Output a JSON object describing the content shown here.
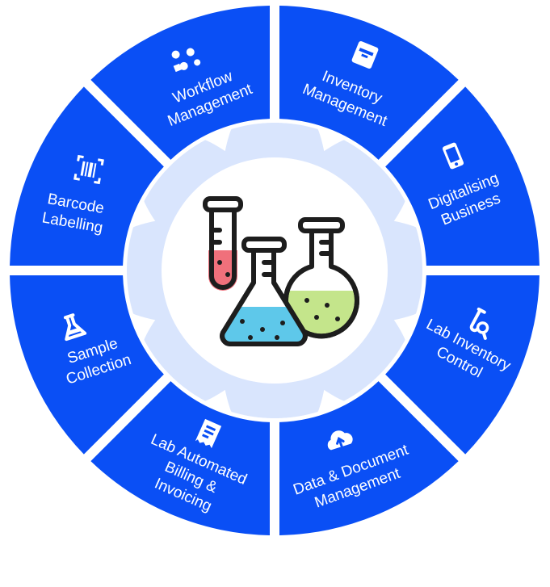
{
  "diagram": {
    "colors": {
      "segment": "#0a4ff5",
      "ring": "#d9e5fd",
      "center": "#ffffff",
      "flask_blue": "#5ec8ea",
      "flask_green": "#c4e58b",
      "tube_pink": "#f0707b",
      "outline": "#1d1d1d"
    },
    "center_icon": "lab-flasks-icon",
    "segments": [
      {
        "id": "workflow",
        "icon": "workflow-icon",
        "lines": [
          "Workflow",
          "Management"
        ]
      },
      {
        "id": "inventory",
        "icon": "inventory-box-icon",
        "lines": [
          "Inventory",
          "Management"
        ]
      },
      {
        "id": "digital",
        "icon": "mobile-phone-icon",
        "lines": [
          "Digitalising",
          "Business"
        ]
      },
      {
        "id": "labinv",
        "icon": "test-tube-search-icon",
        "lines": [
          "Lab Inventory",
          "Control"
        ]
      },
      {
        "id": "datadoc",
        "icon": "cloud-upload-icon",
        "lines": [
          "Data & Document",
          "Management"
        ]
      },
      {
        "id": "billing",
        "icon": "invoice-receipt-icon",
        "lines": [
          "Lab Automated",
          "Billing &",
          "Invoicing"
        ]
      },
      {
        "id": "sample",
        "icon": "flask-icon",
        "lines": [
          "Sample",
          "Collection"
        ]
      },
      {
        "id": "barcode",
        "icon": "barcode-scan-icon",
        "lines": [
          "Barcode",
          "Labelling"
        ]
      }
    ]
  }
}
